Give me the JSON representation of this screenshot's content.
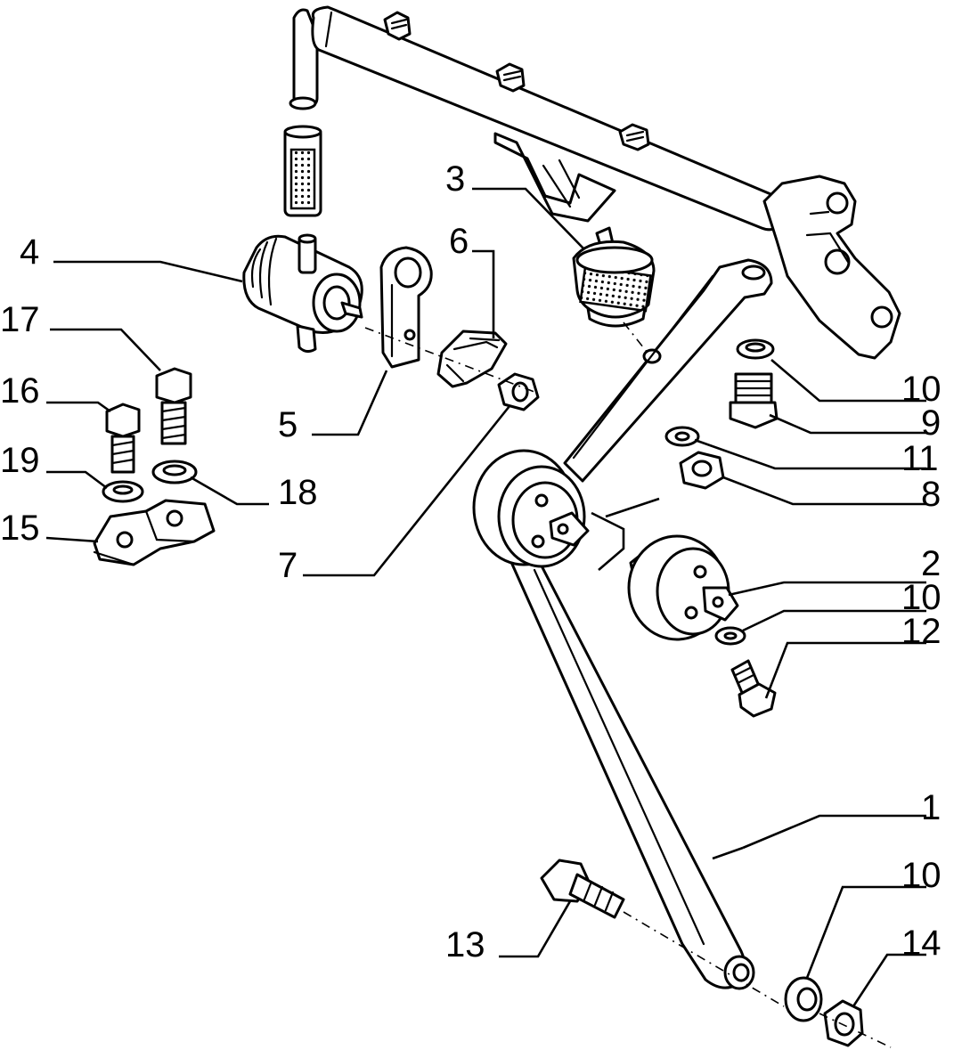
{
  "callouts": {
    "c1": "1",
    "c2": "2",
    "c3": "3",
    "c4": "4",
    "c5": "5",
    "c6": "6",
    "c7": "7",
    "c8": "8",
    "c9": "9",
    "c10a": "10",
    "c10b": "10",
    "c10c": "10",
    "c11": "11",
    "c12": "12",
    "c13": "13",
    "c14": "14",
    "c15": "15",
    "c16": "16",
    "c17": "17",
    "c18": "18",
    "c19": "19"
  },
  "colors": {
    "ink": "#000000",
    "paper": "#ffffff"
  }
}
